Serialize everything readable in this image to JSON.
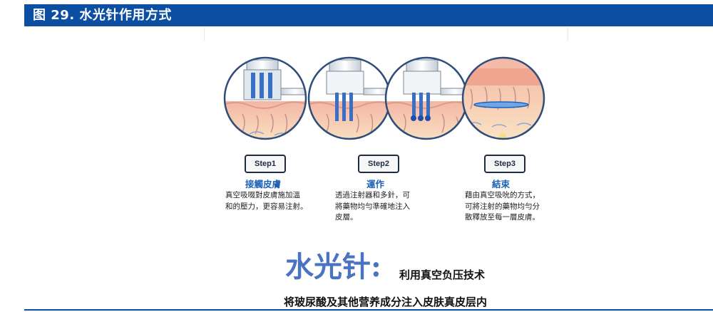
{
  "header": {
    "title": "图 29. 水光针作用方式"
  },
  "steps": [
    {
      "badge": "Step1",
      "title": "接觸皮膚",
      "desc": "真空吸啜對皮膚施加溫\n和的壓力，更容易注射。"
    },
    {
      "badge": "Step2",
      "title": "運作",
      "desc": "透過注射器和多針，可\n將藥物均勻準確地注入\n皮層。"
    },
    {
      "badge": "Step3",
      "title": "結束",
      "desc": "藉由真空吸吮的方式，\n可將注射的藥物均勻分\n散釋放至每一層皮膚。"
    }
  ],
  "summary": {
    "big_title": "水光针",
    "colon": ":",
    "subtitle": "利用真空负压技术",
    "caption": "将玻尿酸及其他营养成分注入皮肤真皮层内"
  },
  "colors": {
    "header_bg": "#0b4ea2",
    "accent_blue": "#1d62b4",
    "title_blue": "#4a74c2"
  }
}
